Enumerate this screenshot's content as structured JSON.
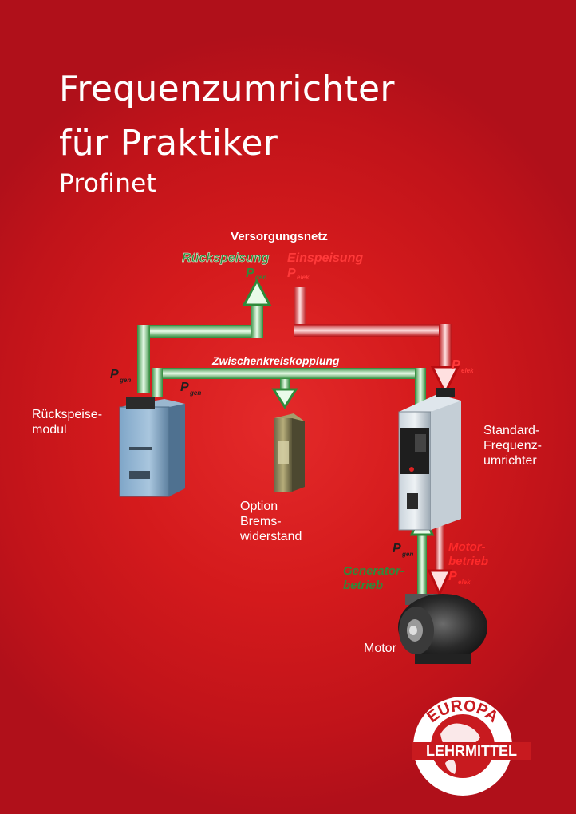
{
  "cover": {
    "title_line1": "Frequenzumrichter",
    "title_line2": "für Praktiker",
    "subtitle": "Profinet"
  },
  "diagram": {
    "supply": "Versorgungsnetz",
    "regen": "Rückspeisung",
    "feed": "Einspeisung",
    "link": "Zwischenkreiskopplung",
    "p": "P",
    "gen": "gen",
    "elek": "elek",
    "regen_module": "Rückspeise-\nmodul",
    "brake": "Option\nBrems-\nwiderstand",
    "converter": "Standard-\nFrequenz-\numrichter",
    "motor": "Motor",
    "generator_line1": "Generator-",
    "generator_line2": "betrieb",
    "motor_op_line1": "Motor-",
    "motor_op_line2": "betrieb"
  },
  "logo": {
    "top": "EUROPA",
    "bottom": "LEHRMITTEL"
  },
  "colors": {
    "green": "#2f8a3a",
    "red": "#e01818",
    "background": "#d41a1c"
  }
}
